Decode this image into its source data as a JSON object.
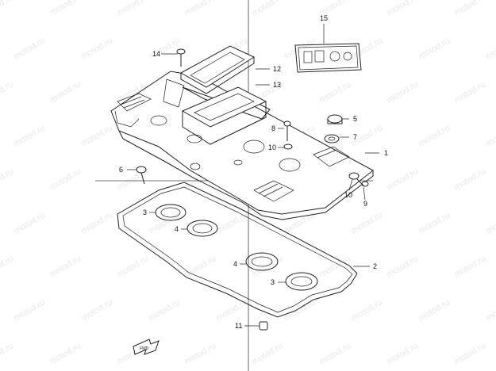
{
  "watermark": "motod.ru",
  "callouts": [
    {
      "id": "c1",
      "label": "1"
    },
    {
      "id": "c2",
      "label": "2"
    },
    {
      "id": "c3a",
      "label": "3"
    },
    {
      "id": "c3b",
      "label": "3"
    },
    {
      "id": "c4a",
      "label": "4"
    },
    {
      "id": "c4b",
      "label": "4"
    },
    {
      "id": "c5",
      "label": "5"
    },
    {
      "id": "c6",
      "label": "6"
    },
    {
      "id": "c7",
      "label": "7"
    },
    {
      "id": "c8",
      "label": "8"
    },
    {
      "id": "c9",
      "label": "9"
    },
    {
      "id": "c10a",
      "label": "10"
    },
    {
      "id": "c10b",
      "label": "10"
    },
    {
      "id": "c11",
      "label": "11"
    },
    {
      "id": "c12",
      "label": "12"
    },
    {
      "id": "c13",
      "label": "13"
    },
    {
      "id": "c14",
      "label": "14"
    },
    {
      "id": "c15",
      "label": "15"
    }
  ],
  "fwd_label": "FWD"
}
